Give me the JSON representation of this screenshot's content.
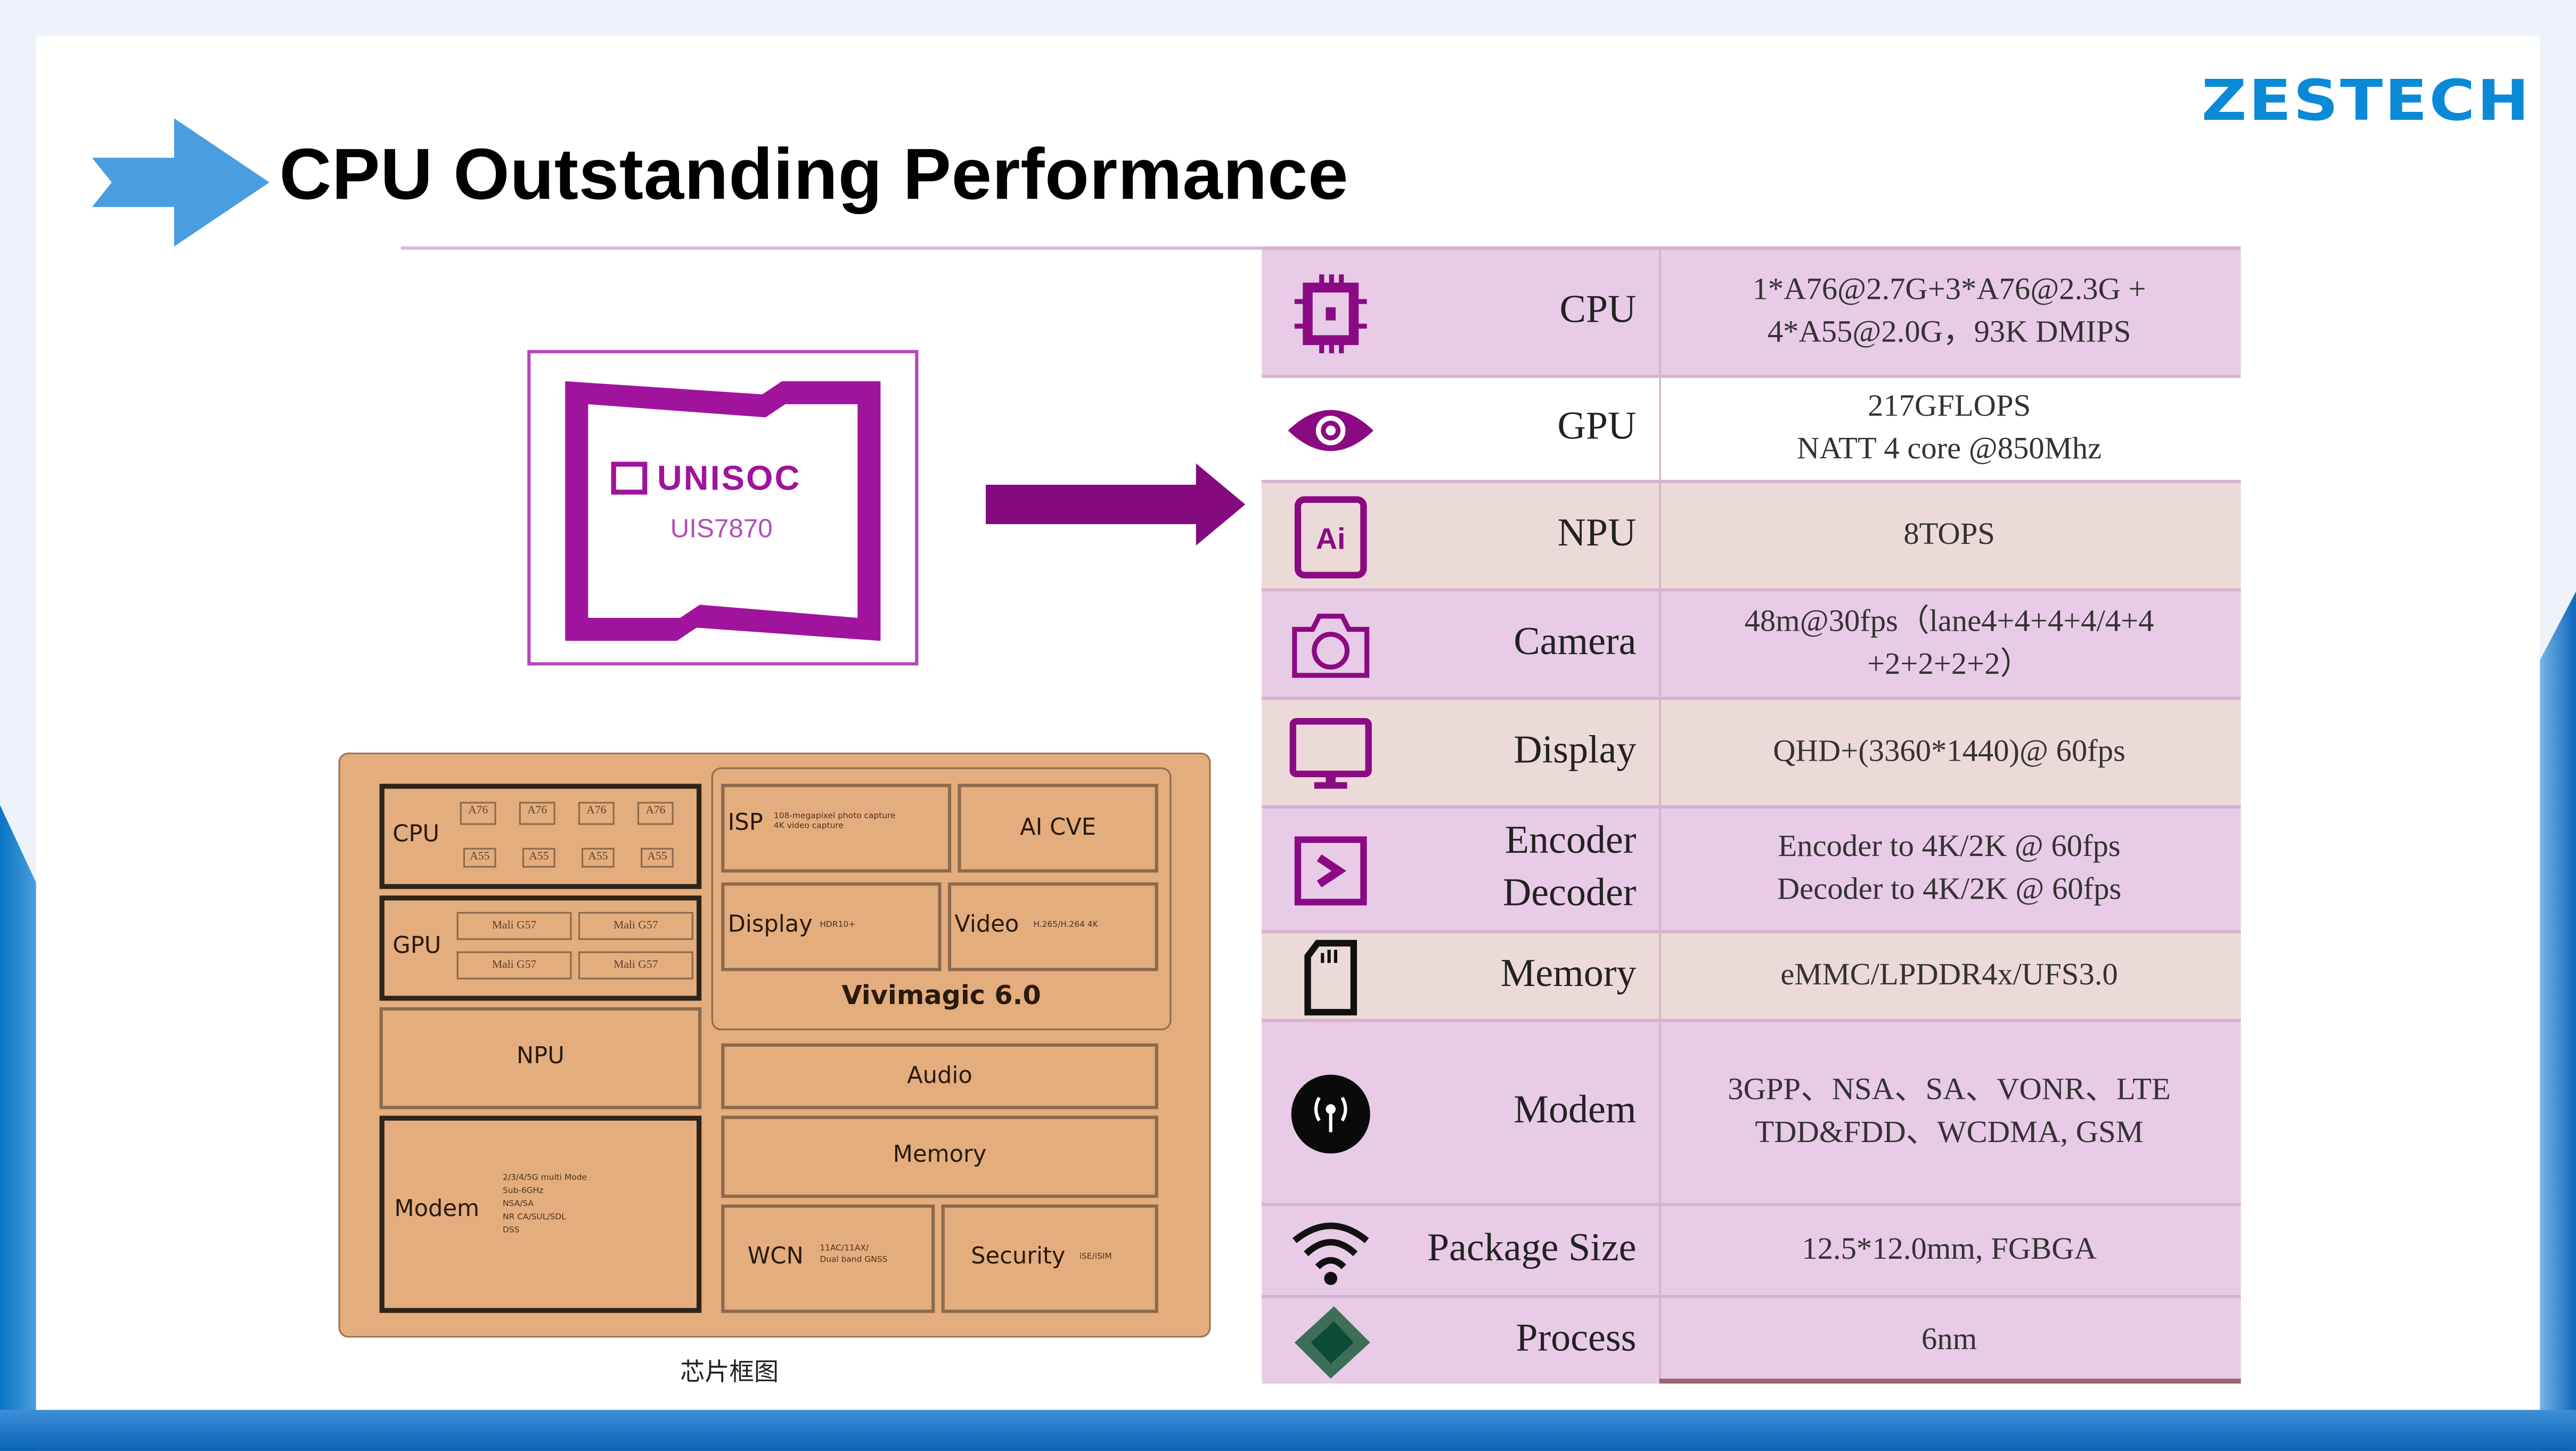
{
  "slide": {
    "title": "CPU Outstanding Performance",
    "logo": "ZESTECH",
    "colors": {
      "accent_blue": "#0a8ad6",
      "title_arrow": "#4a9de0",
      "purple": "#8b0a84",
      "row_pink": "#e8cbe6",
      "row_beige": "#ecdad8",
      "block_orange": "#e4ad7d"
    }
  },
  "chip": {
    "brand": "UNISOC",
    "model": "UIS7870"
  },
  "block_diagram": {
    "caption": "芯片框图",
    "cpu": {
      "label": "CPU",
      "big_cores": [
        "A76",
        "A76",
        "A76",
        "A76"
      ],
      "little_cores": [
        "A55",
        "A55",
        "A55",
        "A55"
      ]
    },
    "gpu": {
      "label": "GPU",
      "cores": [
        "Mali G57",
        "Mali G57",
        "Mali G57",
        "Mali G57"
      ]
    },
    "npu": {
      "label": "NPU"
    },
    "modem": {
      "label": "Modem",
      "details": [
        "2/3/4/5G multi Mode",
        "Sub-6GHz",
        "NSA/SA",
        "NR CA/SUL/SDL",
        "DSS"
      ]
    },
    "isp": {
      "label": "ISP",
      "details": [
        "108-megapixel photo capture",
        "4K video capture"
      ]
    },
    "ai_cve": {
      "label": "AI CVE"
    },
    "display": {
      "label": "Display",
      "detail": "HDR10+"
    },
    "video": {
      "label": "Video",
      "detail": "H.265/H.264 4K"
    },
    "vivimagic": {
      "label": "Vivimagic 6.0"
    },
    "audio": {
      "label": "Audio"
    },
    "memory": {
      "label": "Memory"
    },
    "wcn": {
      "label": "WCN",
      "details": [
        "11AC/11AX/",
        "Dual band GNSS"
      ]
    },
    "security": {
      "label": "Security",
      "detail": "iSE/iSIM"
    }
  },
  "specs": [
    {
      "icon": "cpu-chip-icon",
      "name": [
        "CPU"
      ],
      "value": [
        "1*A76@2.7G+3*A76@2.3G +",
        "4*A55@2.0G，93K DMIPS"
      ]
    },
    {
      "icon": "eye-icon",
      "name": [
        "GPU"
      ],
      "value": [
        "217GFLOPS",
        "NATT 4 core @850Mhz"
      ]
    },
    {
      "icon": "ai-icon",
      "name": [
        "NPU"
      ],
      "value": [
        "8TOPS"
      ]
    },
    {
      "icon": "camera-icon",
      "name": [
        "Camera"
      ],
      "value": [
        "48m@30fps（lane4+4+4+4/4+4",
        "+2+2+2+2）"
      ]
    },
    {
      "icon": "monitor-icon",
      "name": [
        "Display"
      ],
      "value": [
        "QHD+(3360*1440)@ 60fps"
      ]
    },
    {
      "icon": "video-play-icon",
      "name": [
        "Encoder",
        "Decoder"
      ],
      "value": [
        "Encoder to 4K/2K @ 60fps",
        "Decoder to 4K/2K @ 60fps"
      ]
    },
    {
      "icon": "sd-card-icon",
      "name": [
        "Memory"
      ],
      "value": [
        "eMMC/LPDDR4x/UFS3.0"
      ]
    },
    {
      "icon": "antenna-icon",
      "name": [
        "Modem"
      ],
      "value": [
        "3GPP、NSA、SA、VONR、LTE",
        "TDD&FDD、WCDMA, GSM"
      ]
    },
    {
      "icon": "wifi-icon",
      "name": [
        "Package Size"
      ],
      "value": [
        "12.5*12.0mm, FGBGA"
      ]
    },
    {
      "icon": "processor-chip-icon",
      "name": [
        "Process"
      ],
      "value": [
        "6nm"
      ]
    }
  ]
}
